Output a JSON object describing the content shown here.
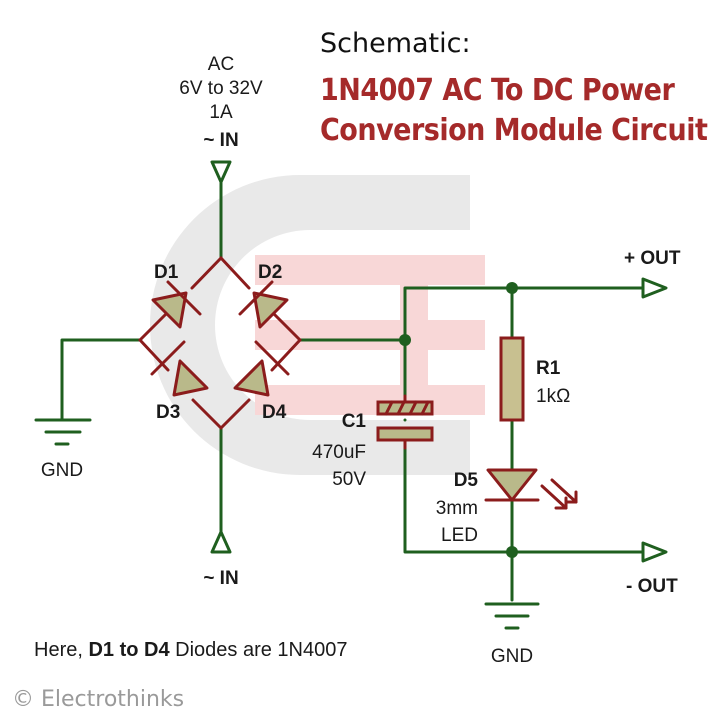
{
  "header": {
    "line1": "Schematic:",
    "line2": "1N4007 AC To DC Power",
    "line3": "Conversion Module Circuit"
  },
  "input": {
    "type": "AC",
    "voltage": "6V to 32V",
    "current": "1A",
    "top_label": "~ IN",
    "bottom_label": "~ IN"
  },
  "diodes": {
    "d1": "D1",
    "d2": "D2",
    "d3": "D3",
    "d4": "D4"
  },
  "capacitor": {
    "name": "C1",
    "value": "470uF",
    "voltage": "50V"
  },
  "resistor": {
    "name": "R1",
    "value": "1kΩ"
  },
  "led": {
    "name": "D5",
    "size": "3mm",
    "type": "LED"
  },
  "outputs": {
    "positive": "+ OUT",
    "negative": "- OUT"
  },
  "grounds": {
    "left": "GND",
    "right": "GND"
  },
  "footer": {
    "note_prefix": "Here, ",
    "note_bold": "D1 to D4",
    "note_suffix": " Diodes are 1N4007",
    "copyright": "© Electrothinks"
  },
  "colors": {
    "wire": "#1f5f1f",
    "component": "#8b1c1c",
    "title_accent": "#a52a2a",
    "watermark_gray": "#e6e6e6",
    "watermark_red": "#f7d6d6"
  },
  "icons": [
    "ground-icon",
    "output-arrow-icon",
    "input-arrow-icon",
    "light-emission-icon"
  ]
}
